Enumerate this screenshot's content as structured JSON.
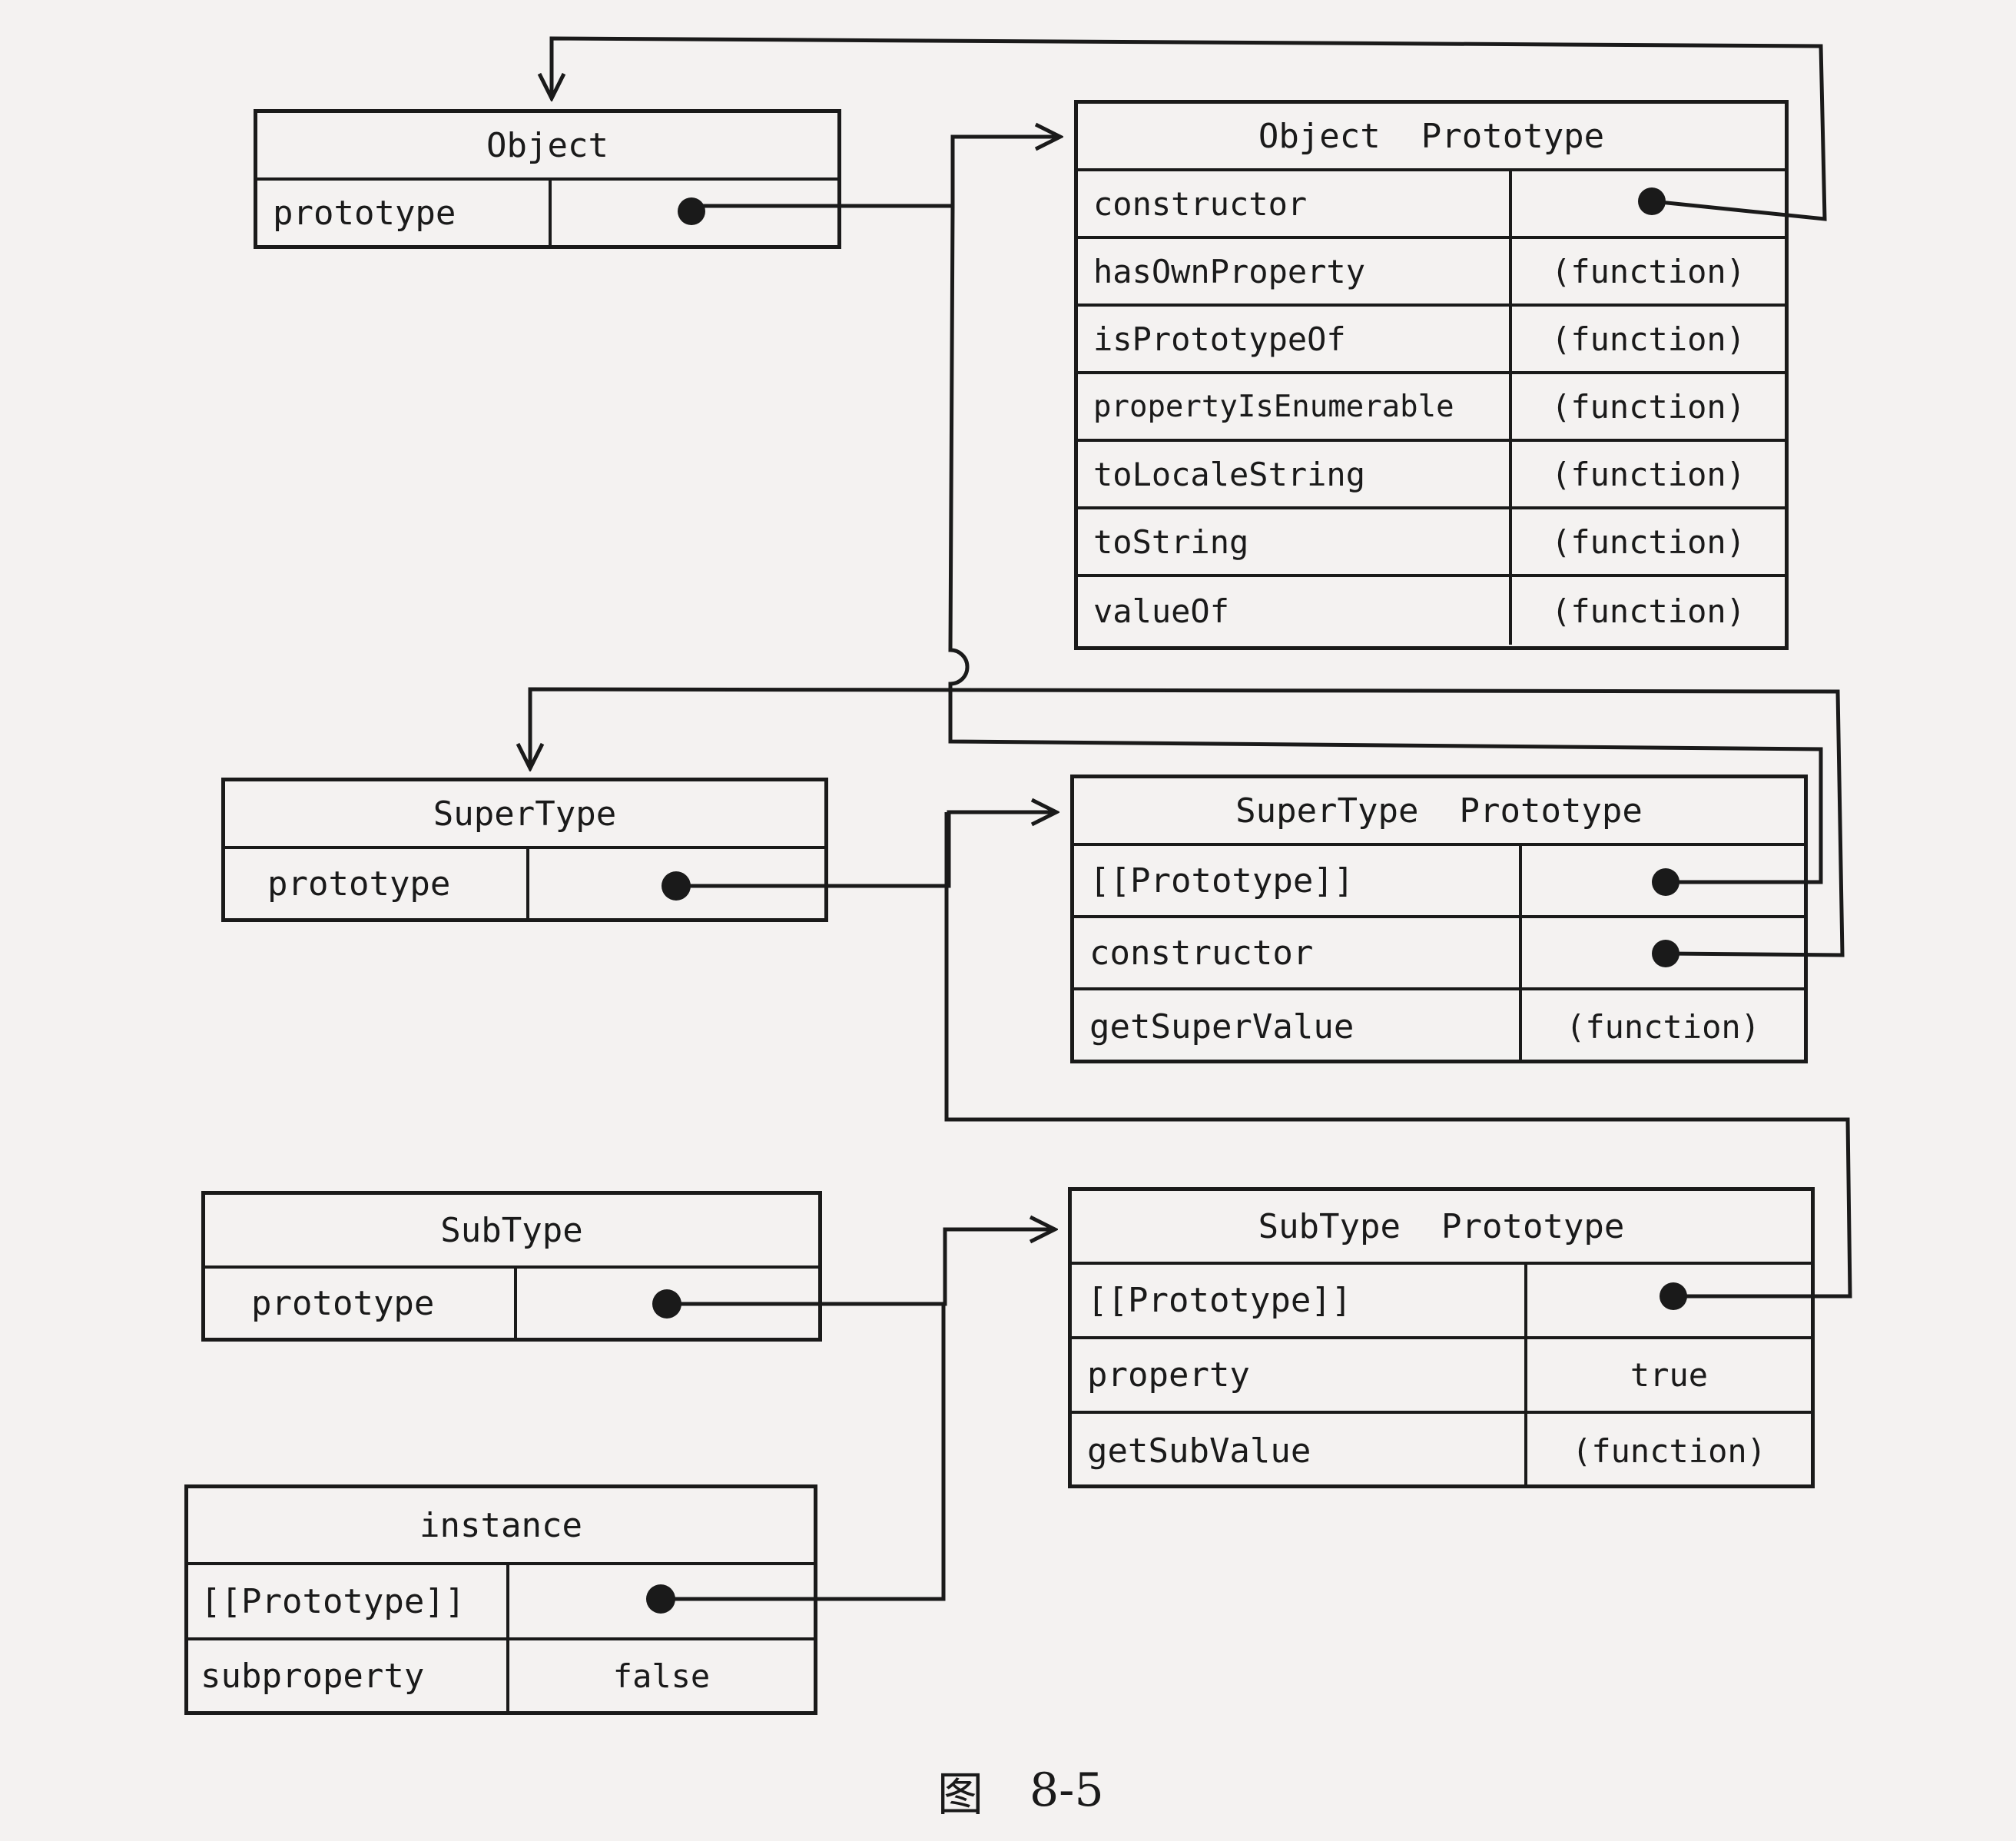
{
  "object": {
    "title": "Object",
    "prototype_label": "prototype"
  },
  "object_prototype": {
    "title": "Object  Prototype",
    "rows": [
      {
        "key": "constructor",
        "value": ""
      },
      {
        "key": "hasOwnProperty",
        "value": "(function)"
      },
      {
        "key": "isPrototypeOf",
        "value": "(function)"
      },
      {
        "key": "propertyIsEnumerable",
        "value": "(function)"
      },
      {
        "key": "toLocaleString",
        "value": "(function)"
      },
      {
        "key": "toString",
        "value": "(function)"
      },
      {
        "key": "valueOf",
        "value": "(function)"
      }
    ]
  },
  "supertype": {
    "title": "SuperType",
    "prototype_label": "prototype"
  },
  "supertype_prototype": {
    "title": "SuperType  Prototype",
    "rows": [
      {
        "key": "[[Prototype]]",
        "value": ""
      },
      {
        "key": "constructor",
        "value": ""
      },
      {
        "key": "getSuperValue",
        "value": "(function)"
      }
    ]
  },
  "subtype": {
    "title": "SubType",
    "prototype_label": "prototype"
  },
  "subtype_prototype": {
    "title": "SubType  Prototype",
    "rows": [
      {
        "key": "[[Prototype]]",
        "value": ""
      },
      {
        "key": "property",
        "value": "true"
      },
      {
        "key": "getSubValue",
        "value": "(function)"
      }
    ]
  },
  "instance": {
    "title": "instance",
    "rows": [
      {
        "key": "[[Prototype]]",
        "value": ""
      },
      {
        "key": "subproperty",
        "value": "false"
      }
    ]
  },
  "caption": {
    "figure": "图",
    "number": "8-5"
  }
}
